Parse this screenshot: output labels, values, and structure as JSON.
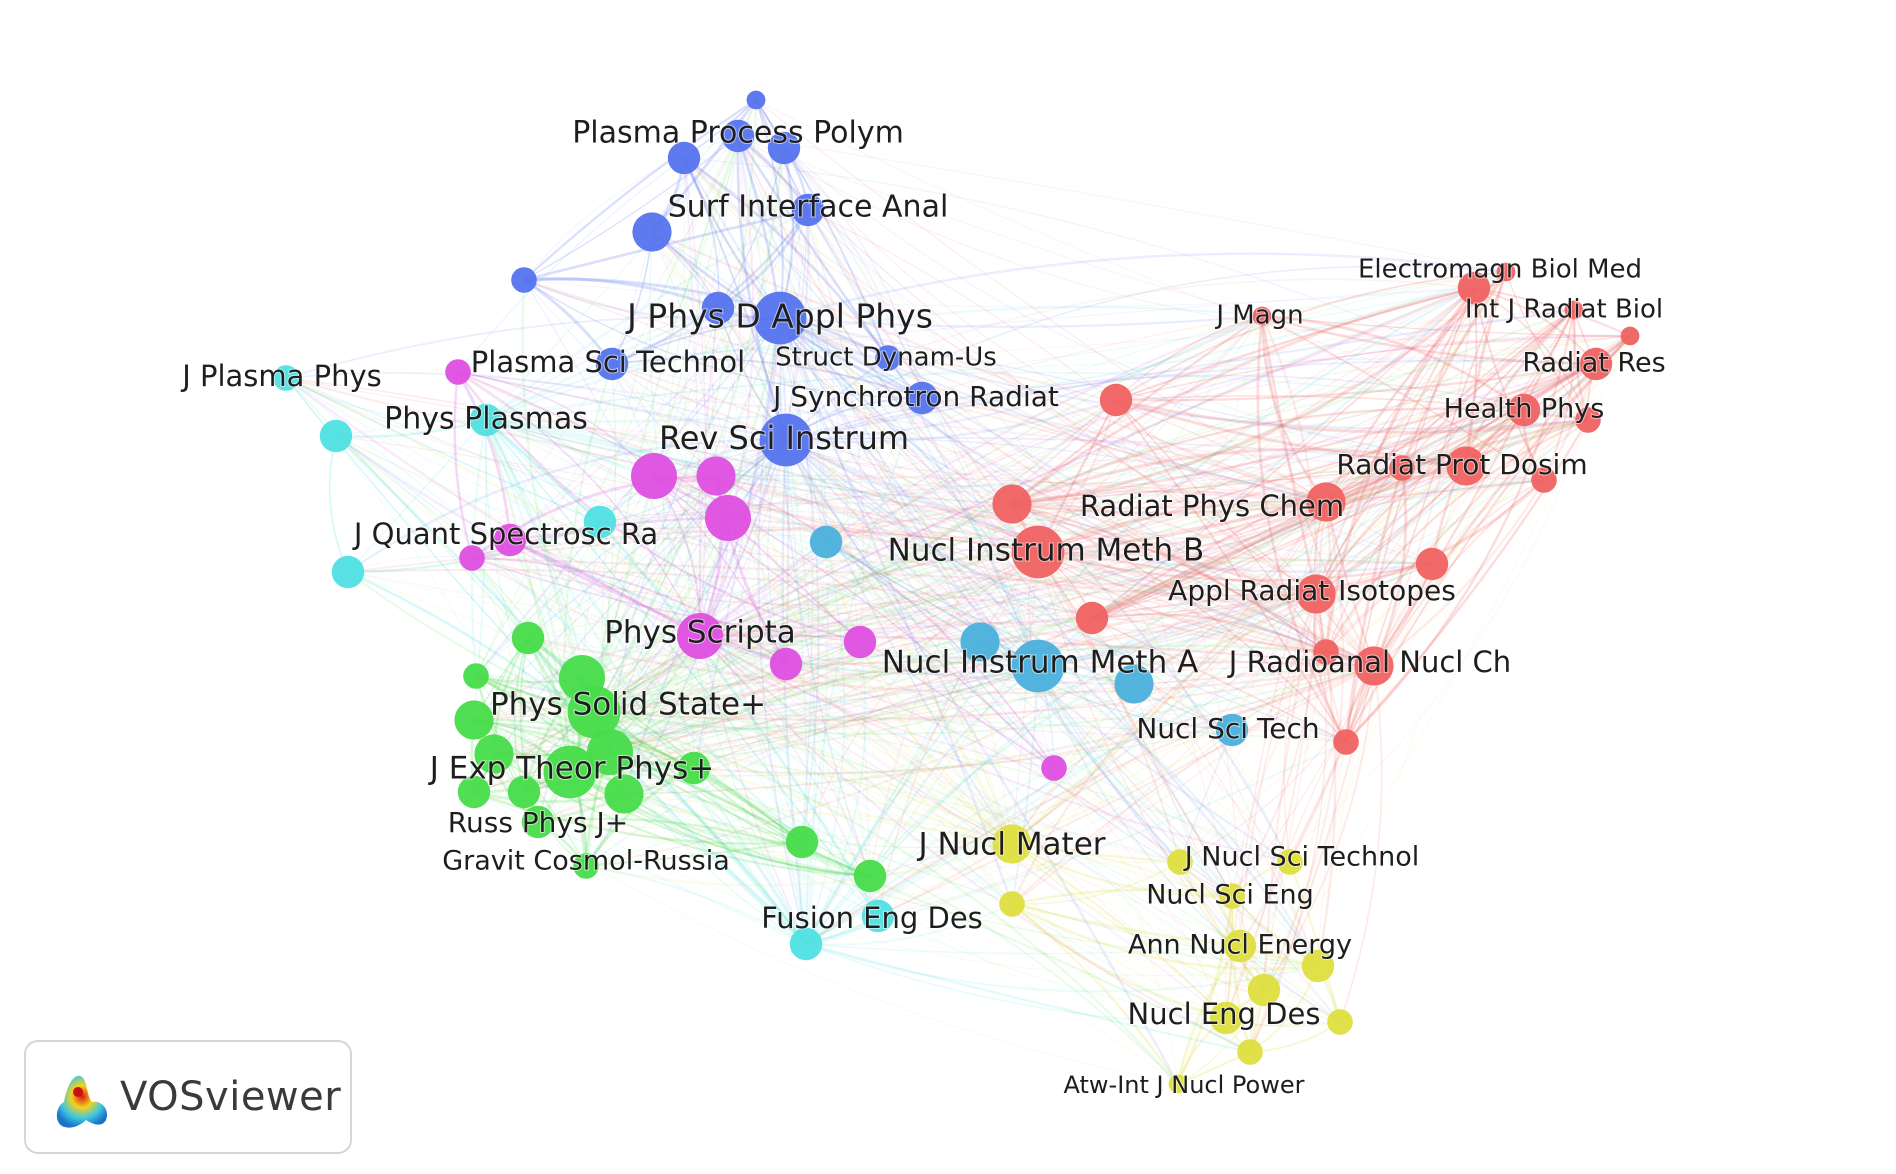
{
  "app": {
    "logo_text": "VOSviewer"
  },
  "colors": {
    "red": "#f06262",
    "blue": "#5573ee",
    "green": "#47dc4a",
    "cyan": "#4fe0e2",
    "magenta": "#de4fe0",
    "yellow": "#dede3f",
    "lightblue": "#4ab0dc"
  },
  "diagram": {
    "type": "network-map",
    "nodes": [
      {
        "id": "pppolym",
        "label": "Plasma Process Polym",
        "cluster": "blue",
        "weight": 3
      },
      {
        "id": "surf",
        "label": "Surf Interface Anal",
        "cluster": "blue",
        "weight": 3
      },
      {
        "id": "jphysd",
        "label": "J Phys D Appl Phys",
        "cluster": "blue",
        "weight": 6
      },
      {
        "id": "plsci",
        "label": "Plasma Sci Technol",
        "cluster": "blue",
        "weight": 3
      },
      {
        "id": "struct",
        "label": "Struct Dynam-Us",
        "cluster": "blue",
        "weight": 2
      },
      {
        "id": "jsync",
        "label": "J Synchrotron Radiat",
        "cluster": "blue",
        "weight": 3
      },
      {
        "id": "rsi",
        "label": "Rev Sci Instrum",
        "cluster": "blue",
        "weight": 6
      },
      {
        "id": "b1",
        "label": "",
        "cluster": "blue",
        "weight": 1
      },
      {
        "id": "b2",
        "label": "",
        "cluster": "blue",
        "weight": 3
      },
      {
        "id": "b3",
        "label": "",
        "cluster": "blue",
        "weight": 3
      },
      {
        "id": "b4",
        "label": "",
        "cluster": "blue",
        "weight": 2
      },
      {
        "id": "b5",
        "label": "",
        "cluster": "blue",
        "weight": 4
      },
      {
        "id": "b6",
        "label": "",
        "cluster": "blue",
        "weight": 3
      },
      {
        "id": "jplasma",
        "label": "J Plasma Phys",
        "cluster": "cyan",
        "weight": 2
      },
      {
        "id": "physpl",
        "label": "Phys Plasmas",
        "cluster": "cyan",
        "weight": 3
      },
      {
        "id": "fusion",
        "label": "Fusion Eng Des",
        "cluster": "cyan",
        "weight": 3
      },
      {
        "id": "c1",
        "label": "",
        "cluster": "cyan",
        "weight": 3
      },
      {
        "id": "c2",
        "label": "",
        "cluster": "cyan",
        "weight": 3
      },
      {
        "id": "c3",
        "label": "",
        "cluster": "cyan",
        "weight": 3
      },
      {
        "id": "c4",
        "label": "",
        "cluster": "cyan",
        "weight": 3
      },
      {
        "id": "jquant",
        "label": "J Quant Spectrosc Ra",
        "cluster": "magenta",
        "weight": 3
      },
      {
        "id": "physscr",
        "label": "Phys Scripta",
        "cluster": "magenta",
        "weight": 5
      },
      {
        "id": "m1",
        "label": "",
        "cluster": "magenta",
        "weight": 2
      },
      {
        "id": "m2",
        "label": "",
        "cluster": "magenta",
        "weight": 5
      },
      {
        "id": "m3",
        "label": "",
        "cluster": "magenta",
        "weight": 4
      },
      {
        "id": "m4",
        "label": "",
        "cluster": "magenta",
        "weight": 5
      },
      {
        "id": "m5",
        "label": "",
        "cluster": "magenta",
        "weight": 2
      },
      {
        "id": "m6",
        "label": "",
        "cluster": "magenta",
        "weight": 3
      },
      {
        "id": "m7",
        "label": "",
        "cluster": "magenta",
        "weight": 3
      },
      {
        "id": "m8",
        "label": "",
        "cluster": "magenta",
        "weight": 2
      },
      {
        "id": "pss",
        "label": "Phys Solid State+",
        "cluster": "green",
        "weight": 6
      },
      {
        "id": "jetp",
        "label": "J Exp Theor Phys+",
        "cluster": "green",
        "weight": 6
      },
      {
        "id": "russ",
        "label": "Russ Phys J+",
        "cluster": "green",
        "weight": 3
      },
      {
        "id": "gravit",
        "label": "Gravit Cosmol-Russia",
        "cluster": "green",
        "weight": 2
      },
      {
        "id": "g1",
        "label": "",
        "cluster": "green",
        "weight": 3
      },
      {
        "id": "g2",
        "label": "",
        "cluster": "green",
        "weight": 2
      },
      {
        "id": "g3",
        "label": "",
        "cluster": "green",
        "weight": 5
      },
      {
        "id": "g4",
        "label": "",
        "cluster": "green",
        "weight": 4
      },
      {
        "id": "g5",
        "label": "",
        "cluster": "green",
        "weight": 5
      },
      {
        "id": "g6",
        "label": "",
        "cluster": "green",
        "weight": 4
      },
      {
        "id": "g7",
        "label": "",
        "cluster": "green",
        "weight": 3
      },
      {
        "id": "g8",
        "label": "",
        "cluster": "green",
        "weight": 4
      },
      {
        "id": "g9",
        "label": "",
        "cluster": "green",
        "weight": 3
      },
      {
        "id": "g10",
        "label": "",
        "cluster": "green",
        "weight": 3
      },
      {
        "id": "g11",
        "label": "",
        "cluster": "green",
        "weight": 3
      },
      {
        "id": "g12",
        "label": "",
        "cluster": "green",
        "weight": 3
      },
      {
        "id": "electro",
        "label": "Electromagn Biol Med",
        "cluster": "red",
        "weight": 1
      },
      {
        "id": "jmagn",
        "label": "J Magn",
        "cluster": "red",
        "weight": 1
      },
      {
        "id": "intjrad",
        "label": "Int J Radiat Biol",
        "cluster": "red",
        "weight": 1
      },
      {
        "id": "radres",
        "label": "Radiat Res",
        "cluster": "red",
        "weight": 3
      },
      {
        "id": "health",
        "label": "Health Phys",
        "cluster": "red",
        "weight": 3
      },
      {
        "id": "radprot",
        "label": "Radiat Prot Dosim",
        "cluster": "red",
        "weight": 4
      },
      {
        "id": "radphys",
        "label": "Radiat Phys Chem",
        "cluster": "red",
        "weight": 4
      },
      {
        "id": "nimb",
        "label": "Nucl Instrum Meth B",
        "cluster": "red",
        "weight": 6
      },
      {
        "id": "applrad",
        "label": "Appl Radiat Isotopes",
        "cluster": "red",
        "weight": 4
      },
      {
        "id": "jradio",
        "label": "J Radioanal Nucl Ch",
        "cluster": "red",
        "weight": 4
      },
      {
        "id": "r1",
        "label": "",
        "cluster": "red",
        "weight": 3
      },
      {
        "id": "r2",
        "label": "",
        "cluster": "red",
        "weight": 4
      },
      {
        "id": "r3",
        "label": "",
        "cluster": "red",
        "weight": 3
      },
      {
        "id": "r4",
        "label": "",
        "cluster": "red",
        "weight": 3
      },
      {
        "id": "r5",
        "label": "",
        "cluster": "red",
        "weight": 3
      },
      {
        "id": "r6",
        "label": "",
        "cluster": "red",
        "weight": 2
      },
      {
        "id": "r7",
        "label": "",
        "cluster": "red",
        "weight": 2
      },
      {
        "id": "r8",
        "label": "",
        "cluster": "red",
        "weight": 2
      },
      {
        "id": "r9",
        "label": "",
        "cluster": "red",
        "weight": 2
      },
      {
        "id": "r10",
        "label": "",
        "cluster": "red",
        "weight": 1
      },
      {
        "id": "r11",
        "label": "",
        "cluster": "red",
        "weight": 2
      },
      {
        "id": "nima",
        "label": "Nucl Instrum Meth A",
        "cluster": "lightblue",
        "weight": 6
      },
      {
        "id": "nscitech",
        "label": "Nucl Sci Tech",
        "cluster": "lightblue",
        "weight": 3
      },
      {
        "id": "lb1",
        "label": "",
        "cluster": "lightblue",
        "weight": 3
      },
      {
        "id": "lb2",
        "label": "",
        "cluster": "lightblue",
        "weight": 4
      },
      {
        "id": "lb3",
        "label": "",
        "cluster": "lightblue",
        "weight": 4
      },
      {
        "id": "jnuclmat",
        "label": "J Nucl Mater",
        "cluster": "yellow",
        "weight": 4
      },
      {
        "id": "jnst",
        "label": "J Nucl Sci Technol",
        "cluster": "yellow",
        "weight": 2
      },
      {
        "id": "nse",
        "label": "Nucl Sci Eng",
        "cluster": "yellow",
        "weight": 2
      },
      {
        "id": "ann",
        "label": "Ann Nucl Energy",
        "cluster": "yellow",
        "weight": 3
      },
      {
        "id": "ned",
        "label": "Nucl Eng Des",
        "cluster": "yellow",
        "weight": 3
      },
      {
        "id": "atw",
        "label": "Atw-Int J Nucl Power",
        "cluster": "yellow",
        "weight": 1
      },
      {
        "id": "y1",
        "label": "",
        "cluster": "yellow",
        "weight": 2
      },
      {
        "id": "y2",
        "label": "",
        "cluster": "yellow",
        "weight": 3
      },
      {
        "id": "y3",
        "label": "",
        "cluster": "yellow",
        "weight": 3
      },
      {
        "id": "y4",
        "label": "",
        "cluster": "yellow",
        "weight": 2
      },
      {
        "id": "y5",
        "label": "",
        "cluster": "yellow",
        "weight": 2
      },
      {
        "id": "y6",
        "label": "",
        "cluster": "yellow",
        "weight": 2
      }
    ]
  }
}
